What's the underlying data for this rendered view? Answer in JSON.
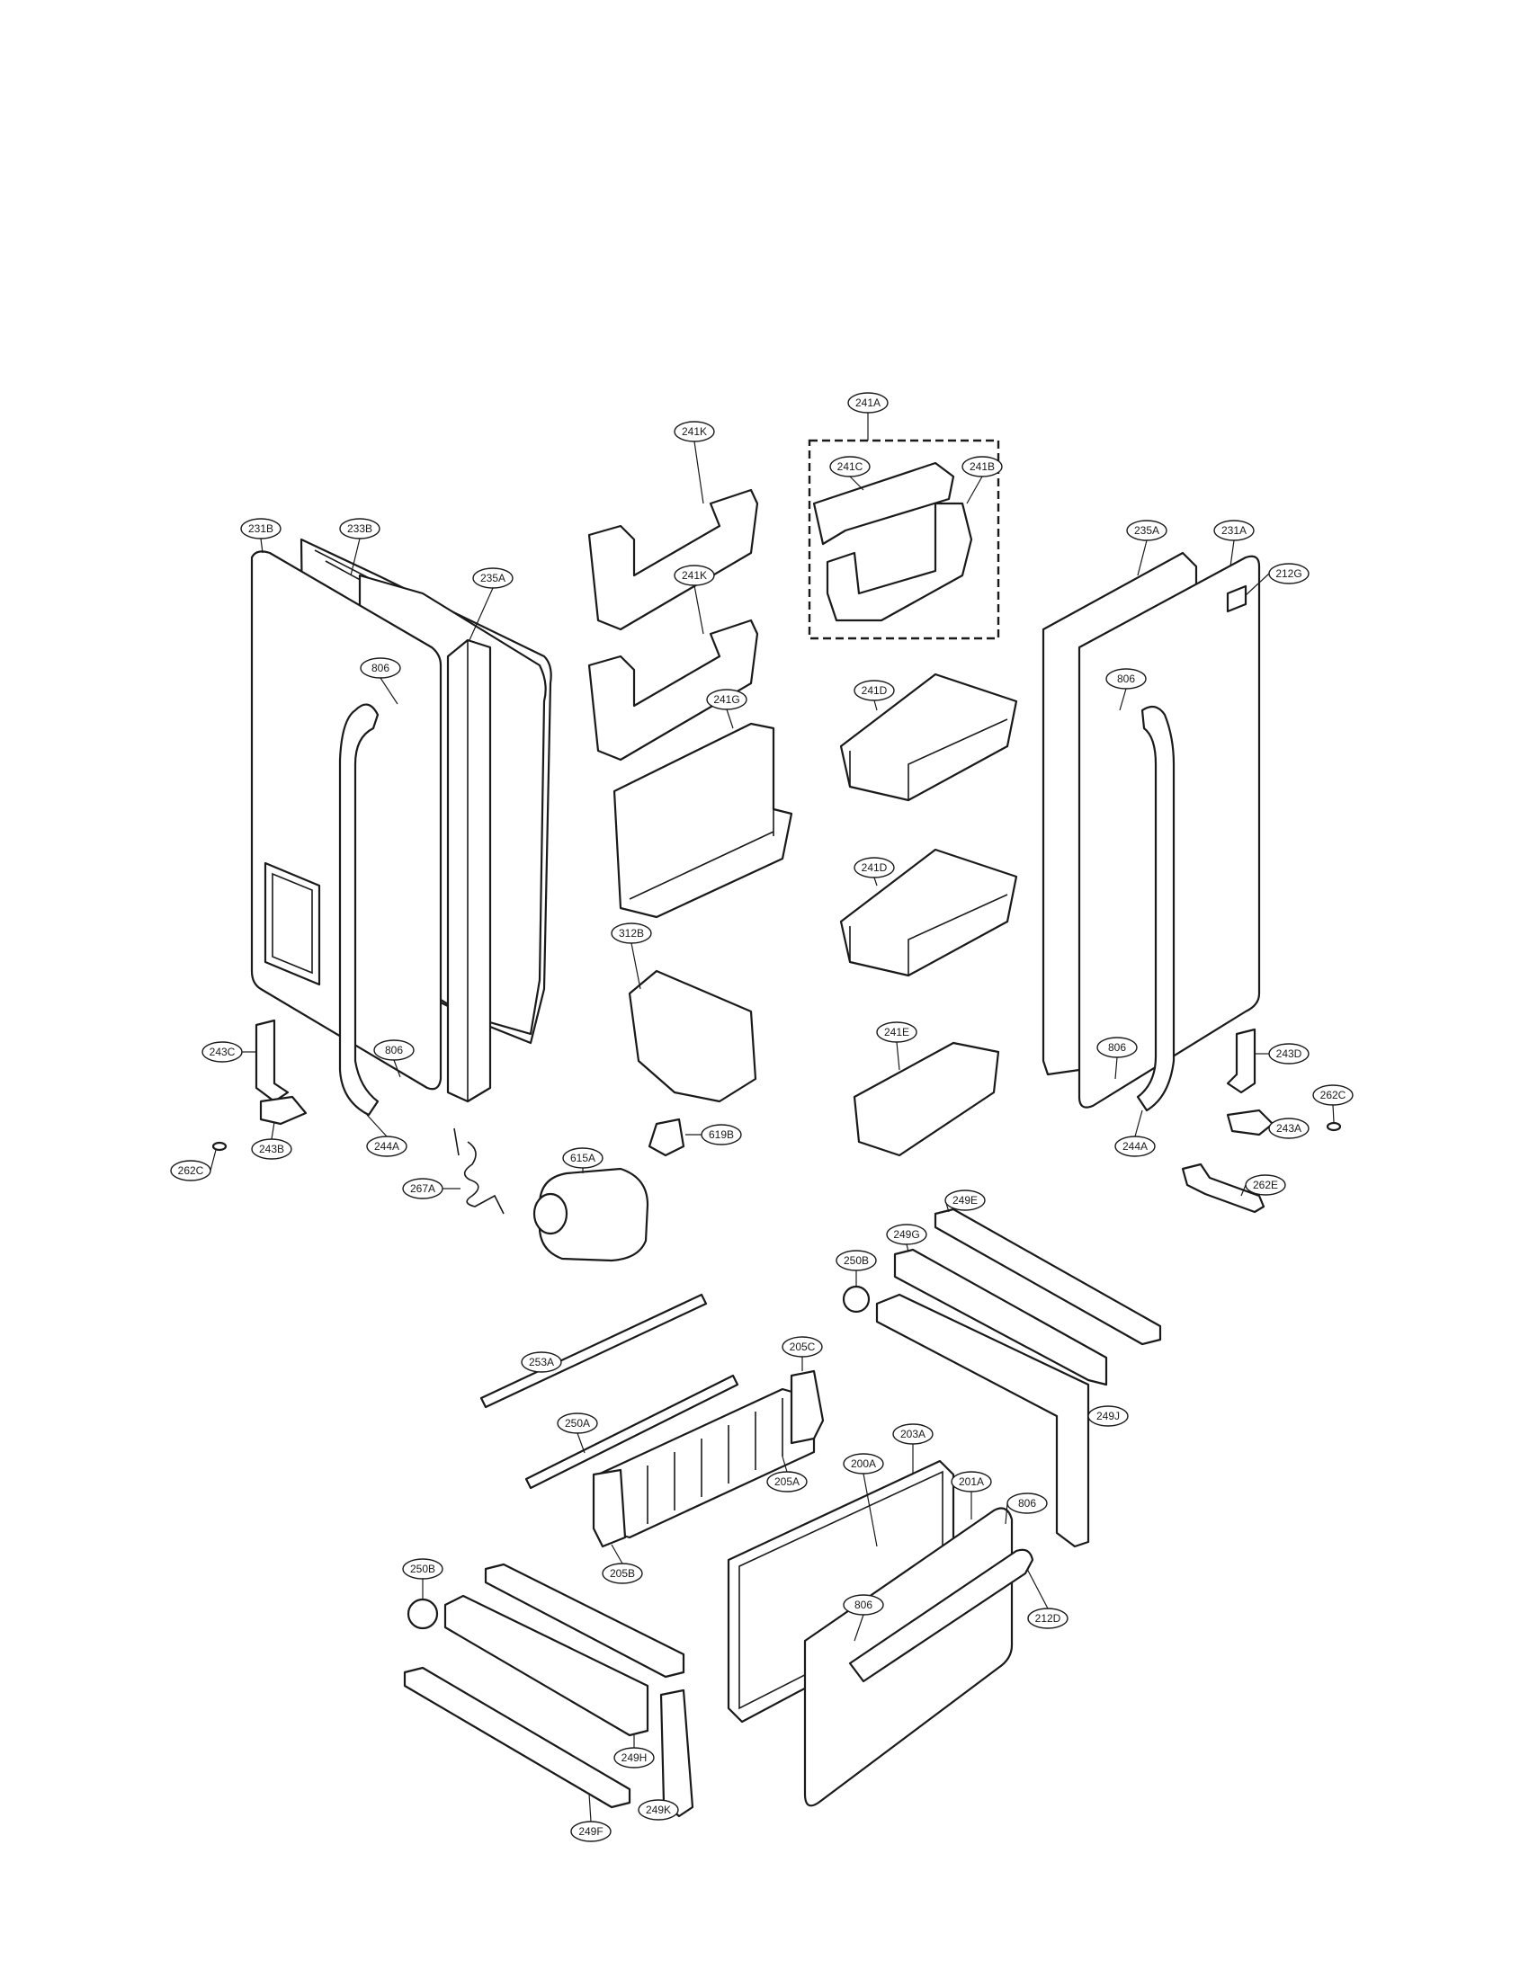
{
  "diagram": {
    "labels": {
      "p231B": "231B",
      "p233B": "233B",
      "p235A_left": "235A",
      "p806_l1": "806",
      "p806_l2": "806",
      "p243C": "243C",
      "p243B": "243B",
      "p262C_left": "262C",
      "p244A_left": "244A",
      "p267A": "267A",
      "p241K_1": "241K",
      "p241K_2": "241K",
      "p241G": "241G",
      "p312B": "312B",
      "p619B": "619B",
      "p615A": "615A",
      "p241A": "241A",
      "p241C": "241C",
      "p241B": "241B",
      "p241D_1": "241D",
      "p241D_2": "241D",
      "p241E": "241E",
      "p235A_right": "235A",
      "p231A": "231A",
      "p212G": "212G",
      "p806_r1": "806",
      "p806_r2": "806",
      "p243D": "243D",
      "p262C_right": "262C",
      "p243A": "243A",
      "p244A_right": "244A",
      "p262E": "262E",
      "p249E": "249E",
      "p249G": "249G",
      "p250B_1": "250B",
      "p249J": "249J",
      "p253A": "253A",
      "p250A": "250A",
      "p205C": "205C",
      "p205A": "205A",
      "p205B": "205B",
      "p203A": "203A",
      "p200A": "200A",
      "p201A": "201A",
      "p806_d1": "806",
      "p806_d2": "806",
      "p212D": "212D",
      "p250B_2": "250B",
      "p249H": "249H",
      "p249F": "249F",
      "p249K": "249K"
    }
  }
}
